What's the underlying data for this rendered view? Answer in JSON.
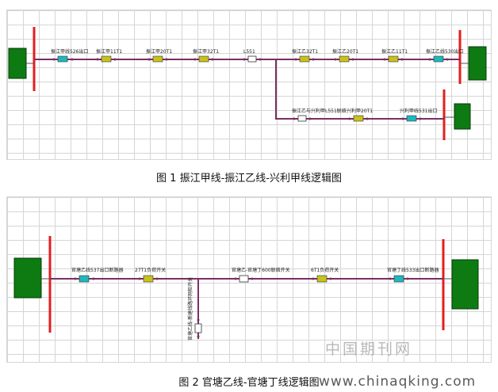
{
  "figure1": {
    "caption": "图 1 振江甲线-振江乙线-兴利甲线逻辑图",
    "labels": {
      "sw1": "振江甲线526出口",
      "sw2": "振江甲11T1",
      "sw3": "振江甲20T1",
      "sw4": "振江甲32T1",
      "sw5": "L551",
      "sw6": "振江乙32T1",
      "sw7": "振江乙20T1",
      "sw8": "振江乙11T1",
      "sw9": "振江乙线530出口",
      "branch1": "振江乙与兴利甲L551联络",
      "branch2": "兴利甲20T1",
      "branch3": "兴利甲线531出口"
    }
  },
  "figure2": {
    "caption": "图 2 官塘乙线-官塘丁线逻辑图",
    "labels": {
      "sw1": "官塘乙线537出口断路器",
      "sw2": "27T1负荷开关",
      "sw3": "官塘乙-官塘丁600联络开关",
      "sw4": "6T1负荷开关",
      "sw5": "官塘丁线533出口断路器",
      "vertical": "官塘乙线-新建线路环网柜开关"
    }
  },
  "watermark": {
    "cn": "中国期刊网",
    "url": "www.chinaqking.com"
  },
  "colors": {
    "bus": "#e41e1e",
    "line": "#7a2f63",
    "station": "#0e7a12",
    "breaker": "#1fb8bd",
    "load_switch": "#c8c21c",
    "tie_switch": "#ffffff"
  }
}
